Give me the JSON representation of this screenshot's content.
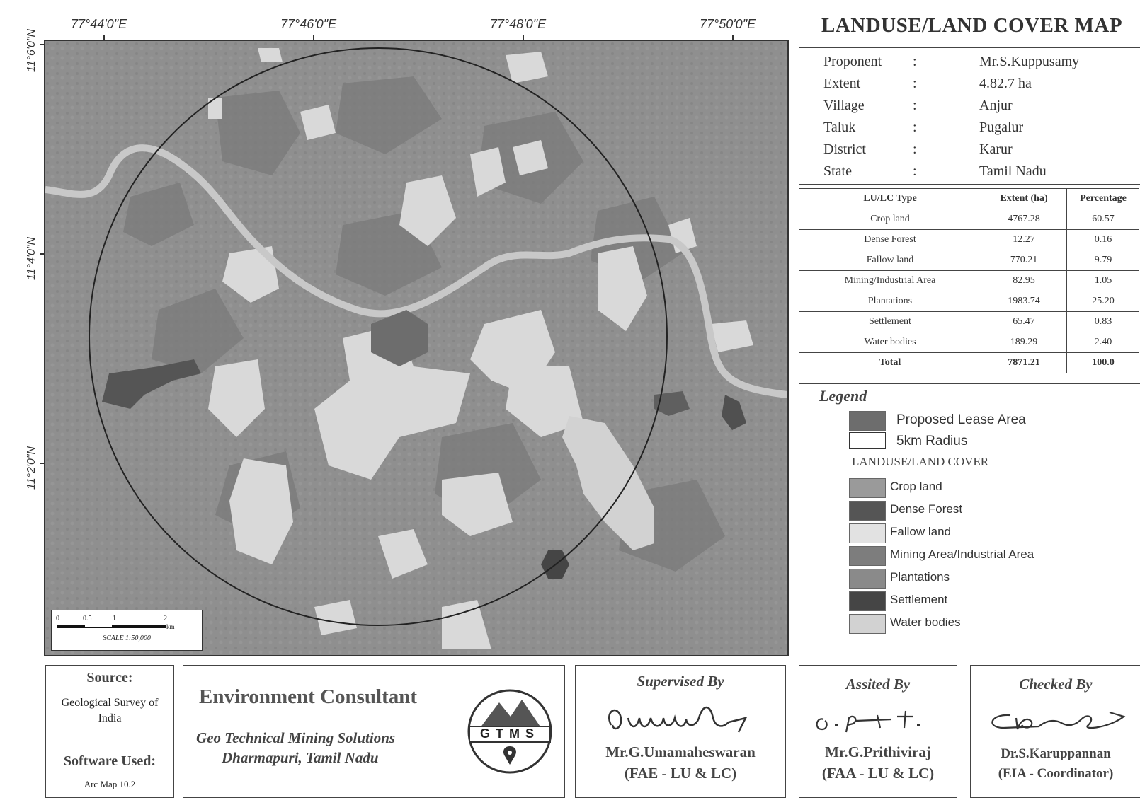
{
  "map": {
    "lon_labels": [
      "77°44'0\"E",
      "77°46'0\"E",
      "77°48'0\"E",
      "77°50'0\"E"
    ],
    "lat_labels": [
      "11°6'0\"N",
      "11°4'0\"N",
      "11°2'0\"N"
    ],
    "scale": {
      "ticks": [
        "0",
        "0.5",
        "1",
        "2"
      ],
      "unit": "km",
      "text": "SCALE 1:50,000"
    }
  },
  "title": "LANDUSE/LAND COVER MAP",
  "info": [
    {
      "label": "Proponent",
      "sep": ":",
      "value": "Mr.S.Kuppusamy"
    },
    {
      "label": "Extent",
      "sep": ":",
      "value": "4.82.7 ha"
    },
    {
      "label": "Village",
      "sep": ":",
      "value": "Anjur"
    },
    {
      "label": "Taluk",
      "sep": ":",
      "value": "Pugalur"
    },
    {
      "label": "District",
      "sep": ":",
      "value": "Karur"
    },
    {
      "label": "State",
      "sep": ":",
      "value": "Tamil Nadu"
    }
  ],
  "table": {
    "headers": [
      "LU/LC Type",
      "Extent (ha)",
      "Percentage"
    ],
    "rows": [
      [
        "Crop land",
        "4767.28",
        "60.57"
      ],
      [
        "Dense Forest",
        "12.27",
        "0.16"
      ],
      [
        "Fallow land",
        "770.21",
        "9.79"
      ],
      [
        "Mining/Industrial Area",
        "82.95",
        "1.05"
      ],
      [
        "Plantations",
        "1983.74",
        "25.20"
      ],
      [
        "Settlement",
        "65.47",
        "0.83"
      ],
      [
        "Water bodies",
        "189.29",
        "2.40"
      ],
      [
        "Total",
        "7871.21",
        "100.0"
      ]
    ]
  },
  "legend": {
    "title": "Legend",
    "items_top": [
      {
        "label": "Proposed Lease Area",
        "color": "#6d6d6d"
      },
      {
        "label": "5km Radius",
        "color": "#ffffff"
      }
    ],
    "section": "LANDUSE/LAND COVER",
    "items": [
      {
        "label": "Crop land",
        "color": "#9a9a9a"
      },
      {
        "label": "Dense Forest",
        "color": "#555555"
      },
      {
        "label": "Fallow land",
        "color": "#e2e2e2"
      },
      {
        "label": "Mining Area/Industrial Area",
        "color": "#7d7d7d"
      },
      {
        "label": "Plantations",
        "color": "#8a8a8a"
      },
      {
        "label": "Settlement",
        "color": "#454545"
      },
      {
        "label": "Water bodies",
        "color": "#d2d2d2"
      }
    ]
  },
  "footer": {
    "source_title": "Source:",
    "source_value": "Geological Survey of India",
    "software_title": "Software Used:",
    "software_value": "Arc Map 10.2",
    "consultant_title": "Environment Consultant",
    "consultant_line1": "Geo Technical Mining Solutions",
    "consultant_line2": "Dharmapuri, Tamil Nadu",
    "logo_text": "GTMS",
    "supervised_title": "Supervised By",
    "supervised_name": "Mr.G.Umamaheswaran",
    "supervised_role": "(FAE - LU & LC)",
    "assisted_title": "Assited By",
    "assisted_name": "Mr.G.Prithiviraj",
    "assisted_role": "(FAA - LU & LC)",
    "checked_title": "Checked By",
    "checked_name": "Dr.S.Karuppannan",
    "checked_role": "(EIA - Coordinator)"
  }
}
